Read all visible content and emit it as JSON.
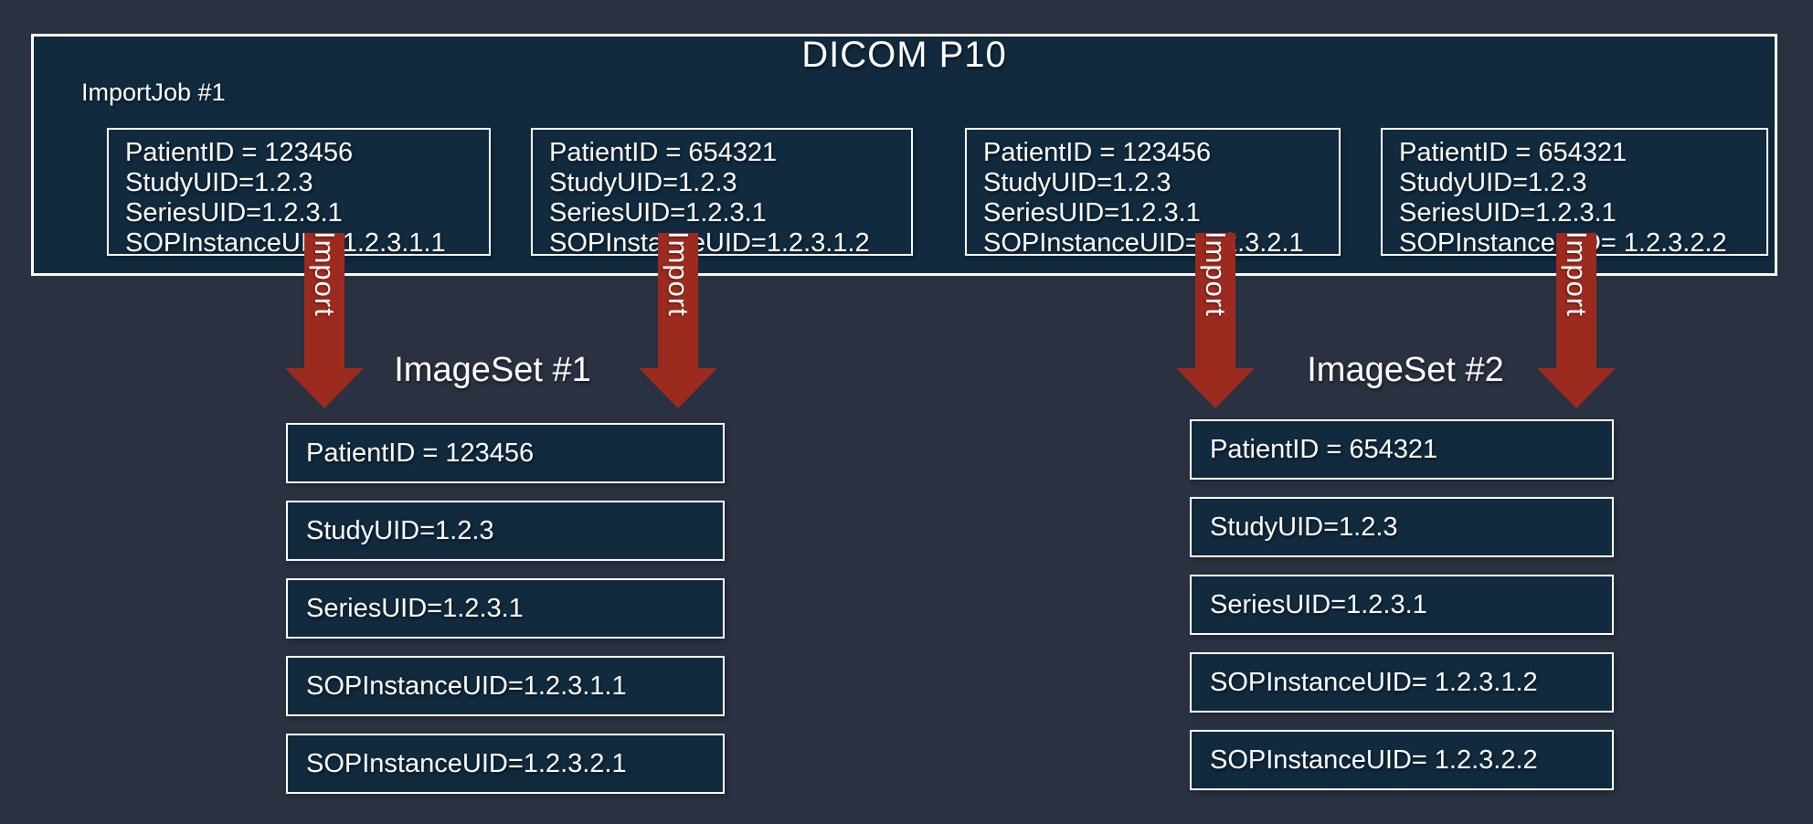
{
  "colors": {
    "page_bg": "#2A3140",
    "panel_bg": "#112A3E",
    "border": "#FFFFFF",
    "arrow": "#9C2A1E",
    "text": "#FFFFFF"
  },
  "import_job": {
    "label": "ImportJob #1",
    "title": "DICOM P10",
    "dicom_files": [
      {
        "lines": [
          "PatientID = 123456",
          "StudyUID=1.2.3",
          "SeriesUID=1.2.3.1",
          "SOPInstanceUID=1.2.3.1.1"
        ]
      },
      {
        "lines": [
          "PatientID = 654321",
          "StudyUID=1.2.3",
          "SeriesUID=1.2.3.1",
          "SOPInstanceUID=1.2.3.1.2"
        ]
      },
      {
        "lines": [
          "PatientID = 123456",
          "StudyUID=1.2.3",
          "SeriesUID=1.2.3.1",
          "SOPInstanceUID=1.2.3.2.1"
        ]
      },
      {
        "lines": [
          "PatientID = 654321",
          "StudyUID=1.2.3",
          "SeriesUID=1.2.3.1",
          "SOPInstanceUID= 1.2.3.2.2"
        ]
      }
    ]
  },
  "arrows": [
    {
      "label": "Import"
    },
    {
      "label": "Import"
    },
    {
      "label": "Import"
    },
    {
      "label": "Import"
    }
  ],
  "image_sets": [
    {
      "title": "ImageSet #1",
      "boxes": [
        "PatientID = 123456",
        "StudyUID=1.2.3",
        "SeriesUID=1.2.3.1",
        "SOPInstanceUID=1.2.3.1.1",
        "SOPInstanceUID=1.2.3.2.1"
      ]
    },
    {
      "title": "ImageSet #2",
      "boxes": [
        "PatientID = 654321",
        "StudyUID=1.2.3",
        "SeriesUID=1.2.3.1",
        "SOPInstanceUID= 1.2.3.1.2",
        "SOPInstanceUID= 1.2.3.2.2"
      ]
    }
  ]
}
